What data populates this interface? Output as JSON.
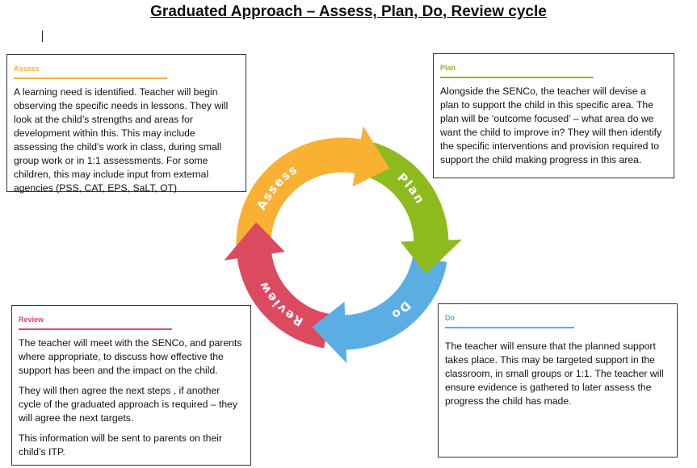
{
  "title": "Graduated Approach – Assess, Plan, Do, Review cycle",
  "colors": {
    "assess": "#F8B133",
    "plan": "#8DBB1E",
    "do": "#5AAEE3",
    "review": "#DB4A5F"
  },
  "cycle": {
    "labels": {
      "assess": "Assess",
      "plan": "Plan",
      "do": "Do",
      "review": "Review"
    }
  },
  "boxes": {
    "assess": {
      "heading": "Assess",
      "paragraphs": [
        "A learning need is identified. Teacher will begin observing the specific needs in lessons. They will look at the child’s strengths and areas for development within this. This may include assessing the child’s work in class, during small group work or in 1:1 assessments. For some children, this may include input from external agencies (PSS, CAT, EPS, SaLT, OT)"
      ]
    },
    "plan": {
      "heading": "Plan",
      "paragraphs": [
        "Alongside the SENCo, the teacher will devise a plan to support the child in this specific area. The plan will be ‘outcome focused’ – what area do we want the child to improve in? They will then identify the specific interventions and provision required to  support the child making progress in this area."
      ]
    },
    "review": {
      "heading": "Review",
      "paragraphs": [
        "The teacher will meet with the SENCo, and parents where appropriate, to discuss how effective the support has been and the impact on the child.",
        "They will then agree the next steps , if another cycle of the graduated approach is required – they will agree the next targets.",
        "This information will be sent to parents on their child’s ITP."
      ]
    },
    "do": {
      "heading": "Do",
      "paragraphs": [
        "The teacher will ensure that the planned support takes place. This may be targeted support in the classroom, in small groups or 1:1. The teacher will ensure evidence is gathered to later assess the progress the child has made."
      ]
    }
  }
}
